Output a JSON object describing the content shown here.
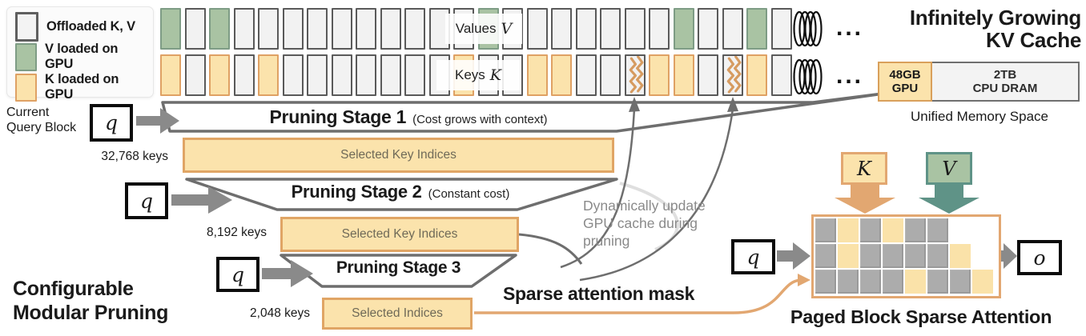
{
  "legend": {
    "items": [
      {
        "name": "offloaded",
        "label": "Offloaded K, V"
      },
      {
        "name": "v-loaded",
        "label": "V loaded on GPU"
      },
      {
        "name": "k-loaded",
        "label": "K loaded on GPU"
      }
    ]
  },
  "kv_strip": {
    "values_label": "Values",
    "values_symbol": "V",
    "keys_label": "Keys",
    "keys_symbol": "K",
    "ellipsis": "...",
    "values_cells": [
      "v",
      "g",
      "v",
      "g",
      "g",
      "g",
      "g",
      "g",
      "g",
      "g",
      "g",
      "g",
      "g",
      "v",
      "g",
      "g",
      "g",
      "g",
      "g",
      "g",
      "g",
      "v",
      "g",
      "g",
      "v",
      "g"
    ],
    "keys_cells": [
      "k",
      "g",
      "k",
      "g",
      "k",
      "g",
      "g",
      "g",
      "g",
      "g",
      "g",
      "g",
      "k",
      "g",
      "g",
      "k",
      "k",
      "g",
      "g",
      "u",
      "k",
      "k",
      "g",
      "u",
      "k",
      "g"
    ]
  },
  "top_right": {
    "title_line1": "Infinitely Growing",
    "title_line2": "KV Cache",
    "gpu_line1": "48GB",
    "gpu_line2": "GPU",
    "dram_line1": "2TB",
    "dram_line2": "CPU DRAM",
    "caption": "Unified Memory Space"
  },
  "query_block": {
    "label_line1": "Current",
    "label_line2": "Query Block",
    "symbol": "q"
  },
  "stages": [
    {
      "title": "Pruning Stage 1",
      "subtitle": "(Cost grows with context)",
      "count": "32,768 keys",
      "selected": "Selected Key Indices",
      "q_symbol": "q"
    },
    {
      "title": "Pruning Stage 2",
      "subtitle": "(Constant cost)",
      "count": "8,192 keys",
      "selected": "Selected Key Indices",
      "q_symbol": "q"
    },
    {
      "title": "Pruning Stage 3",
      "subtitle": "",
      "count": "2,048 keys",
      "selected": "Selected Indices",
      "q_symbol": "q"
    }
  ],
  "notes": {
    "dynamic_line1": "Dynamically update",
    "dynamic_line2": "GPU cache during",
    "dynamic_line3": "pruning",
    "sparse_mask": "Sparse attention mask"
  },
  "bottom_left": {
    "line1": "Configurable",
    "line2": "Modular Pruning"
  },
  "attention": {
    "title": "Paged Block Sparse Attention",
    "k_symbol": "K",
    "v_symbol": "V",
    "q_symbol": "q",
    "o_symbol": "o",
    "mask_grid": [
      [
        "g",
        "y",
        "g",
        "y",
        "g",
        "g",
        "w",
        "w"
      ],
      [
        "g",
        "y",
        "g",
        "g",
        "g",
        "g",
        "y",
        "w"
      ],
      [
        "g",
        "g",
        "g",
        "g",
        "y",
        "g",
        "g",
        "y"
      ]
    ]
  },
  "colors": {
    "k_yellow": "#FBE3AC",
    "k_border": "#DFA164",
    "v_green": "#A9C3A3",
    "v_border": "#7E9C85",
    "teal_arrow": "#5F9387",
    "orange_accent": "#E2A771",
    "offloaded_gray": "#F2F2F2",
    "cell_border": "#5A5A5A",
    "mask_gray": "#ACACAC",
    "arrow_gray": "#8A8A8A",
    "funnel_border": "#6E6E6E"
  }
}
